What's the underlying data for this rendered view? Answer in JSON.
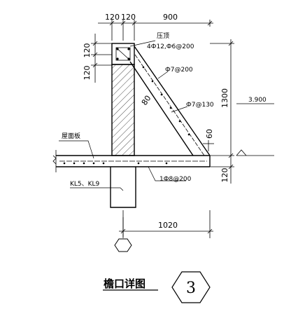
{
  "drawing": {
    "title": "檐口详图",
    "detail_number": "3",
    "dimensions": {
      "top_a": "120",
      "top_b": "120",
      "top_c": "900",
      "left_a": "120",
      "left_b": "120",
      "right_height": "1300",
      "right_bottom": "120",
      "bottom_width": "1020",
      "slope_60": "60",
      "slope_80": "80"
    },
    "labels": {
      "coping": "压顶",
      "coping_rebar": "4Ф12,Ф6@200",
      "rebar_1": "Ф7@200",
      "rebar_2": "Ф7@130",
      "roof_slab": "屋面板",
      "beam": "KL5、KL9",
      "slab_rebar": "1Ф8@200",
      "elevation": "3.900"
    }
  }
}
